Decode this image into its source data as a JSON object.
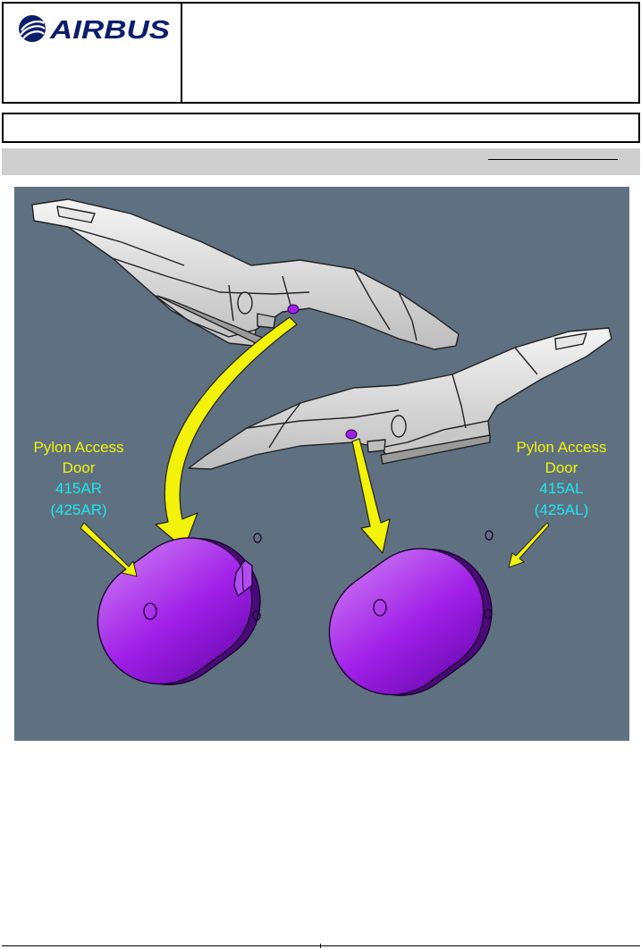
{
  "header": {
    "brand": "AIRBUS"
  },
  "figure": {
    "colors": {
      "background": "#5f7180",
      "door": "#a020e8",
      "arrow": "#f2f20a",
      "label_yellow": "#f2f20a",
      "label_cyan": "#1ee6f0"
    },
    "left_label": {
      "line1": "Pylon Access",
      "line2": "Door",
      "line3": "415AR",
      "line4": "(425AR)"
    },
    "right_label": {
      "line1": "Pylon Access",
      "line2": "Door",
      "line3": "415AL",
      "line4": "(425AL)"
    }
  }
}
